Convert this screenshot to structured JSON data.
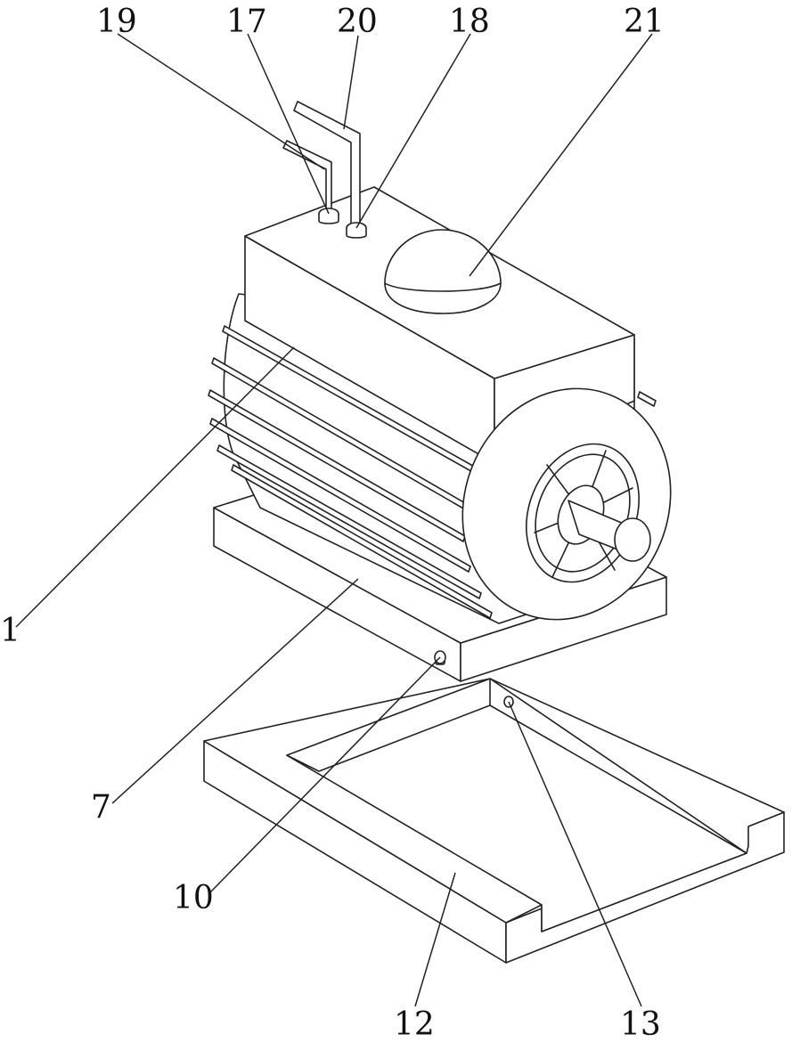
{
  "labels": {
    "l19": "19",
    "l17": "17",
    "l20": "20",
    "l18": "18",
    "l21": "21",
    "l1": "1",
    "l7": "7",
    "l10": "10",
    "l12": "12",
    "l13": "13"
  }
}
